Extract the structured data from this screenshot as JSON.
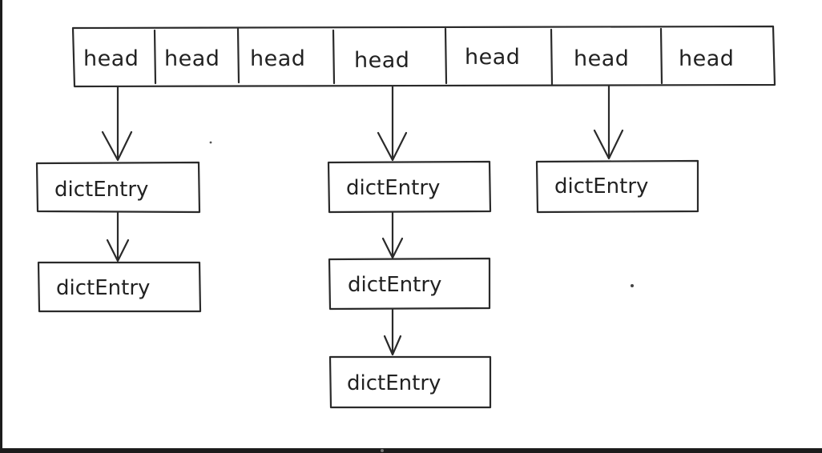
{
  "diagram": {
    "title": "hash table with chained dictEntry lists",
    "bucket_label": "head",
    "entry_label": "dictEntry",
    "buckets": [
      "head",
      "head",
      "head",
      "head",
      "head",
      "head",
      "head"
    ],
    "chains": [
      {
        "bucket_index": 0,
        "entries": [
          "dictEntry",
          "dictEntry"
        ]
      },
      {
        "bucket_index": 3,
        "entries": [
          "dictEntry",
          "dictEntry",
          "dictEntry"
        ]
      },
      {
        "bucket_index": 5,
        "entries": [
          "dictEntry"
        ]
      }
    ]
  },
  "colors": {
    "paper": "#ffffff",
    "ink": "#2a2a2a",
    "frame": "#1c1c1c"
  }
}
